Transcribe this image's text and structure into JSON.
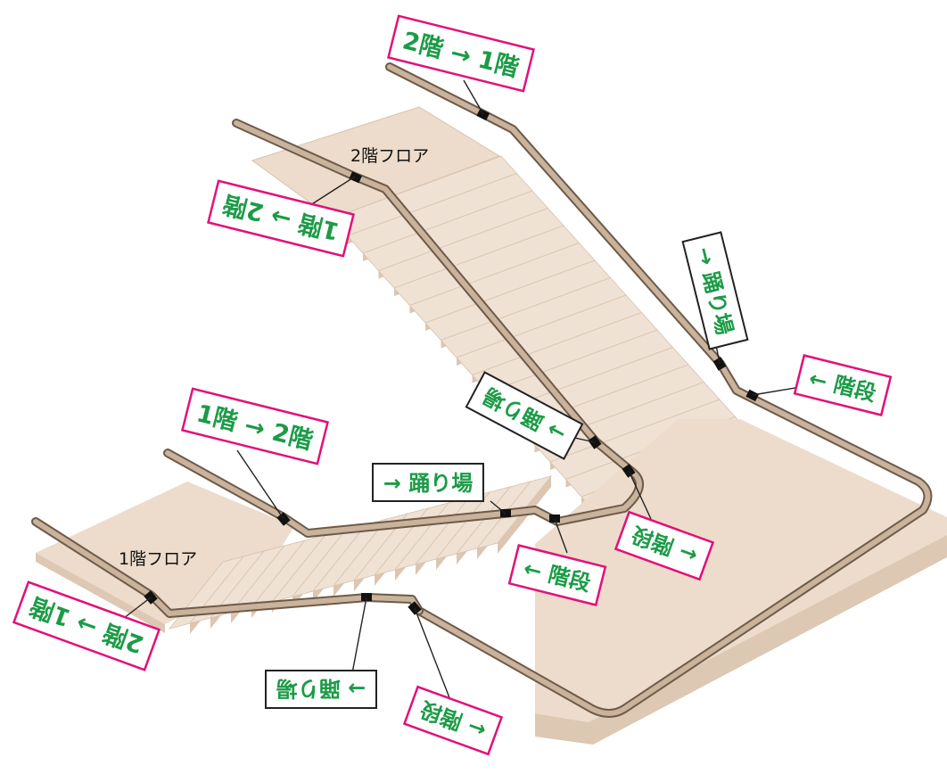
{
  "floors": {
    "floor1_label": "1階フロア",
    "floor2_label": "2階フロア"
  },
  "labels": {
    "top_2to1": "2階 → 1階",
    "upper_1to2_flipped": "1階 → 2階",
    "right_landing": "→ 踊り場",
    "right_stairs": "← 階段",
    "middle_landing_flipped": "→ 踊り場",
    "middle_stairs_flipped": "← 階段",
    "left_1to2": "1階 → 2階",
    "center_landing": "→ 踊り場",
    "center_stairs": "← 階段",
    "lower_2to1_flipped": "2階 → 1階",
    "bottom_landing_flipped": "→ 踊り場",
    "bottom_stairs_flipped": "← 階段"
  },
  "colors": {
    "floor_top": "#eddccb",
    "floor_side": "#d9c3ad",
    "step_top": "#efe1d3",
    "step_riser": "#dcc6b1",
    "rail": "#b29b85",
    "rail_dark": "#6e5a48",
    "tag_green": "#1c9b47",
    "frame_pink": "#e2107a",
    "frame_black": "#222222"
  }
}
